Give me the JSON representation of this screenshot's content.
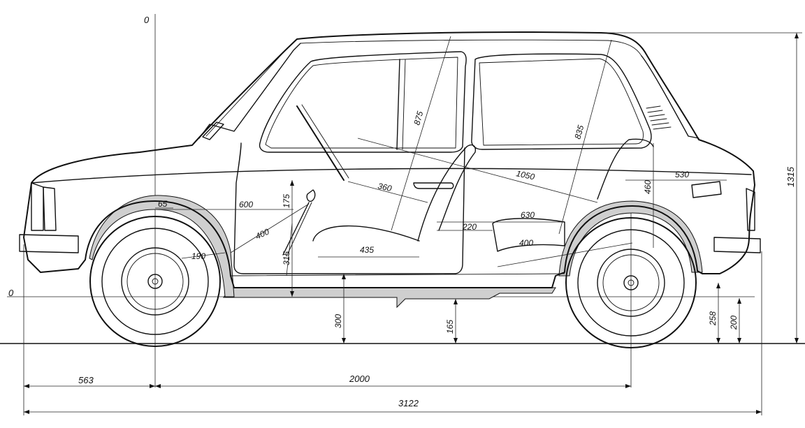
{
  "dimensions": {
    "origin_x": "0",
    "origin_y": "0",
    "front_overhang": "563",
    "wheelbase": "2000",
    "overall_length": "3122",
    "overall_height": "1315",
    "floor_height": "300",
    "ground_clearance": "165",
    "rear_axle_height": "258",
    "rear_floor_height": "200",
    "pedal_offset": "65",
    "front_to_seat": "600",
    "pedal_height": "175",
    "pedal_reach": "400",
    "pedal_travel": "190",
    "seat_base": "315",
    "seat_length": "435",
    "seat_to_wheel": "360",
    "front_headroom": "875",
    "rear_headroom": "835",
    "front_to_rear_seat": "1050",
    "rear_seat_depth": "530",
    "rear_seat_height": "460",
    "rear_knee_room": "630",
    "rear_seat_gap": "220",
    "rear_cushion": "400"
  }
}
